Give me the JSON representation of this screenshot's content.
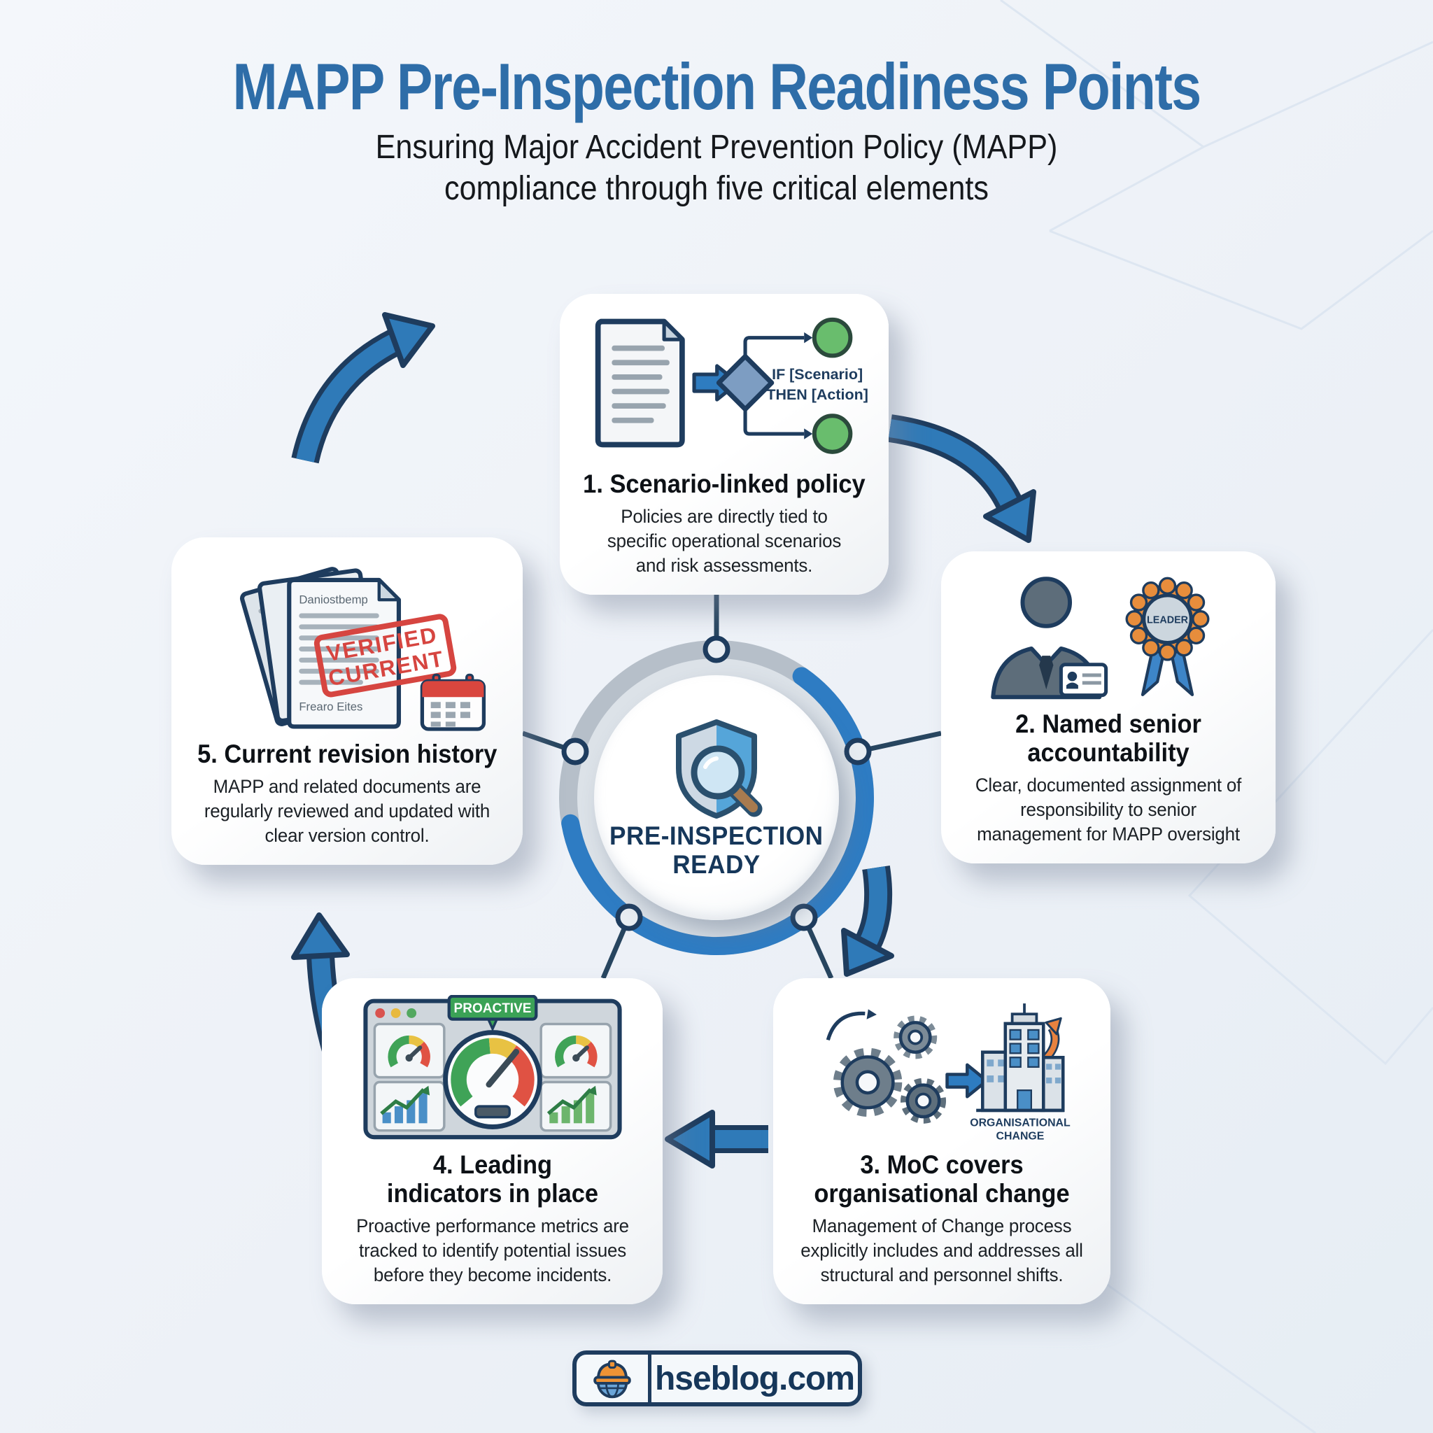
{
  "page": {
    "title": "MAPP Pre-Inspection Readiness Points",
    "subtitle_line1": "Ensuring Major Accident Prevention Policy (MAPP)",
    "subtitle_line2": "compliance through five critical elements"
  },
  "hub": {
    "line1": "PRE-INSPECTION",
    "line2": "READY"
  },
  "cards": [
    {
      "title": "1. Scenario-linked policy",
      "body": "Policies are directly tied to specific operational scenarios and risk assessments.",
      "caption_line1": "IF [Scenario]",
      "caption_line2": "THEN [Action]"
    },
    {
      "title": "2. Named senior accountability",
      "body": "Clear, documented assignment of responsibility to senior management for MAPP oversight",
      "badge": "LEADER"
    },
    {
      "title": "3. MoC covers organisational change",
      "body": "Management of Change process explicitly includes and addresses all structural and personnel shifts.",
      "caption_line1": "ORGANISATIONAL",
      "caption_line2": "CHANGE"
    },
    {
      "title": "4. Leading indicators in place",
      "body": "Proactive performance metrics are tracked to identify potential issues before they become incidents.",
      "badge": "PROACTIVE"
    },
    {
      "title": "5. Current revision history",
      "body": "MAPP and related documents are regularly reviewed and updated with clear version control.",
      "stamp_line1": "VERIFIED",
      "stamp_line2": "CURRENT",
      "doc_header": "Daniostbemp",
      "doc_footer": "Frearo Eites"
    }
  ],
  "footer": {
    "site": "hseblog.com"
  },
  "colors": {
    "title_blue": "#2e6da8",
    "navy_outline": "#1e3c5e",
    "arrow_blue": "#2f7ab8",
    "ring_gray": "#b6bfc9",
    "ring_blue": "#2e7cc3",
    "flow_green": "#69bd6d",
    "rosette_orange": "#e78d3c",
    "ribbon_blue": "#3d85c8",
    "stamp_red": "#d64540",
    "gauge_green": "#3fa357",
    "gauge_yellow": "#e8c243",
    "gauge_red": "#e05243",
    "proactive_green": "#3ba256",
    "background": "#edf1f6"
  }
}
